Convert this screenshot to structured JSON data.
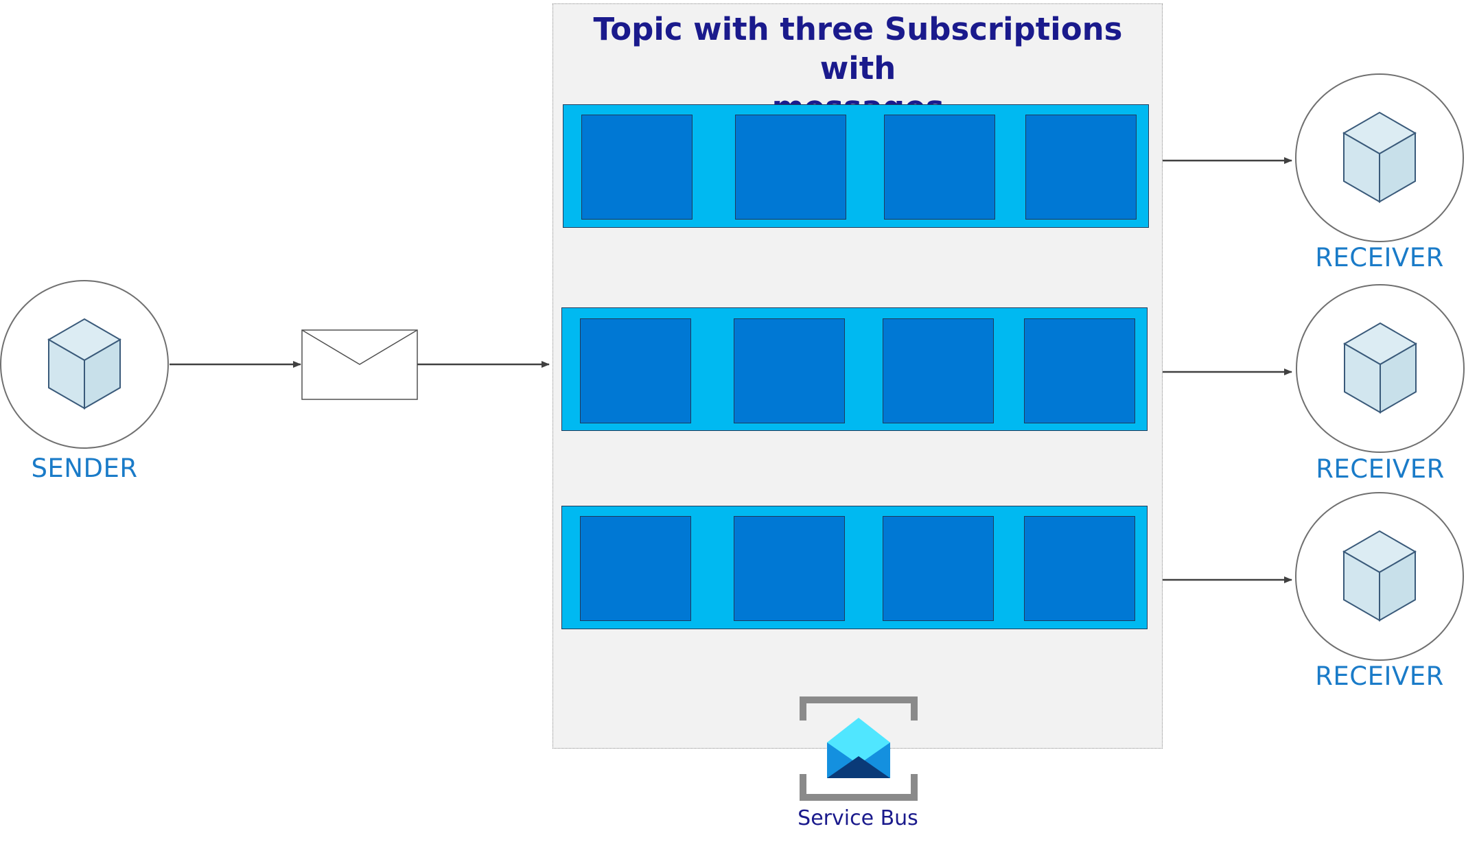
{
  "topic": {
    "title_line1": "Topic with three Subscriptions with",
    "title_line2": "messages"
  },
  "sender": {
    "label": "SENDER",
    "icon": "cube-icon"
  },
  "message": {
    "icon": "envelope-icon"
  },
  "subscriptions": [
    {
      "messages": 4
    },
    {
      "messages": 4
    },
    {
      "messages": 4
    }
  ],
  "receivers": [
    {
      "label": "RECEIVER",
      "icon": "cube-icon"
    },
    {
      "label": "RECEIVER",
      "icon": "cube-icon"
    },
    {
      "label": "RECEIVER",
      "icon": "cube-icon"
    }
  ],
  "service": {
    "label": "Service Bus",
    "icon": "service-bus-icon"
  },
  "colors": {
    "subscription_fill": "#00b9f1",
    "message_fill": "#0078d4",
    "label_blue": "#1a7bc8",
    "title_navy": "#1a1a8c",
    "panel_bg": "#f2f2f2"
  }
}
